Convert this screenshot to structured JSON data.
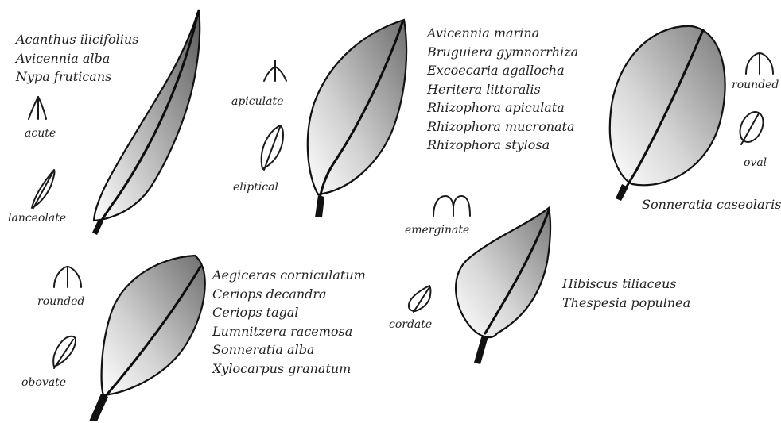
{
  "groups": [
    {
      "apex": "acute",
      "shape": "lanceolate",
      "species": [
        "Acanthus ilicifolius",
        "Avicennia alba",
        "Nypa fruticans"
      ]
    },
    {
      "apex": "apiculate",
      "shape": "eliptical",
      "species": [
        "Avicennia marina",
        "Bruguiera gymnorrhiza",
        "Excoecaria agallocha",
        "Heritera littoralis",
        "Rhizophora apiculata",
        "Rhizophora mucronata",
        "Rhizophora stylosa"
      ]
    },
    {
      "apex": "rounded",
      "shape": "oval",
      "species": [
        "Sonneratia caseolaris"
      ]
    },
    {
      "apex": "rounded",
      "shape": "obovate",
      "species": [
        "Aegiceras corniculatum",
        "Ceriops decandra",
        "Ceriops tagal",
        "Lumnitzera racemosa",
        "Sonneratia alba",
        "Xylocarpus granatum"
      ]
    },
    {
      "apex": "emerginate",
      "shape": "cordate",
      "species": [
        "Hibiscus tiliaceus",
        "Thespesia populnea"
      ]
    }
  ]
}
